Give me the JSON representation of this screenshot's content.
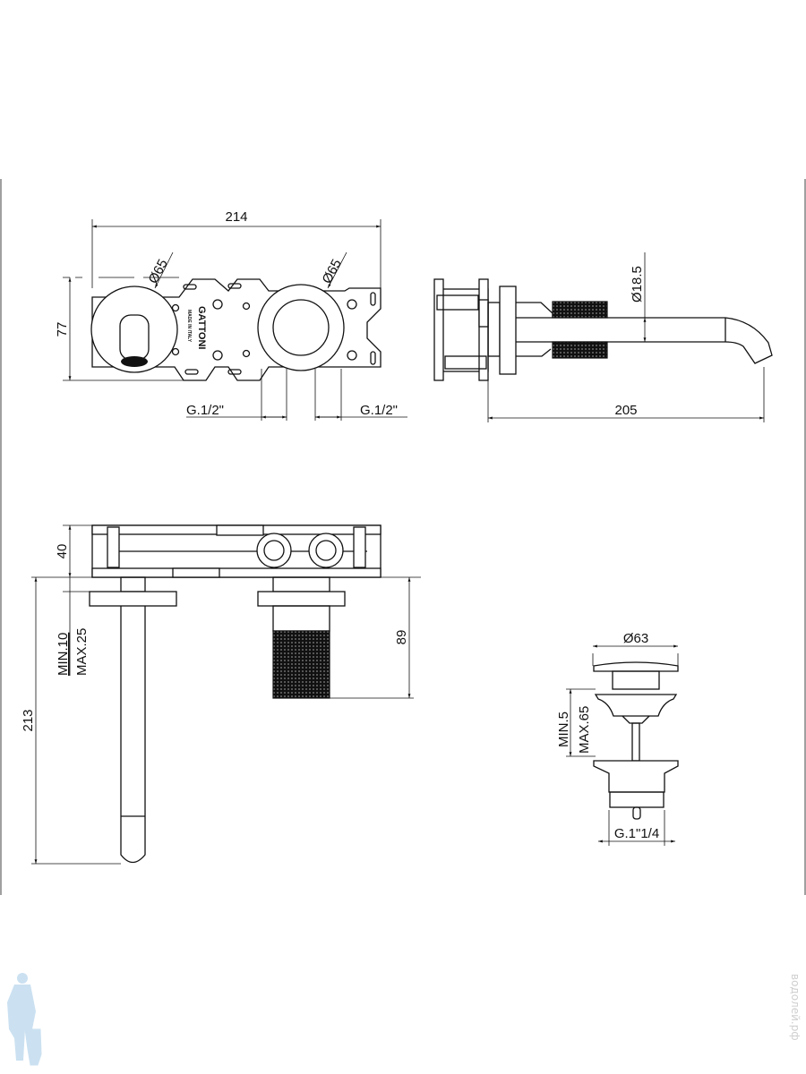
{
  "drawing": {
    "top_view": {
      "width_label": "214",
      "height_label": "77",
      "diameter_left": "Ø65",
      "diameter_right": "Ø65",
      "thread_left": "G.1/2\"",
      "thread_right": "G.1/2\"",
      "brand_mark": "GATTONI",
      "brand_sub": "MADE IN ITALY"
    },
    "side_view": {
      "pipe_diameter": "Ø18.5",
      "projection_label": "205"
    },
    "front_view": {
      "box_depth_label": "40",
      "wall_range_min": "MIN.10",
      "wall_range_max": "MAX.25",
      "spout_length_label": "213",
      "handle_length_label": "89"
    },
    "drain_view": {
      "cap_diameter": "Ø63",
      "range_min": "MIN.5",
      "range_max": "MAX.65",
      "thread_label": "G.1\"1/4"
    }
  },
  "watermark": {
    "site": "водолей.рф"
  }
}
